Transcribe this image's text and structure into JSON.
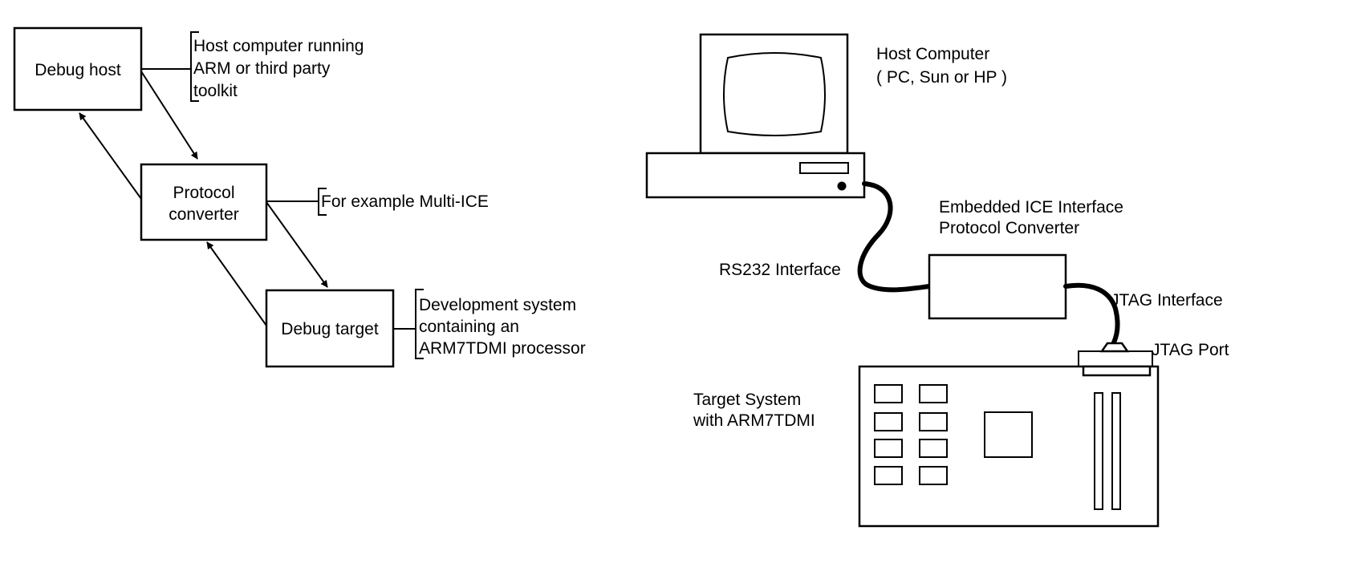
{
  "left_diagram": {
    "debug_host": "Debug host",
    "debug_host_note": [
      "Host computer running",
      "ARM or third party",
      "toolkit"
    ],
    "protocol_converter": [
      "Protocol",
      "converter"
    ],
    "protocol_converter_note": "For example Multi-ICE",
    "debug_target": "Debug target",
    "debug_target_note": [
      "Development system",
      "containing an",
      "ARM7TDMI processor"
    ]
  },
  "right_diagram": {
    "host_computer": [
      "Host Computer",
      "( PC, Sun or HP )"
    ],
    "embedded_ice": [
      "Embedded ICE Interface",
      "Protocol Converter"
    ],
    "rs232": "RS232 Interface",
    "jtag_interface": "JTAG Interface",
    "jtag_port": "JTAG Port",
    "target_system": [
      "Target System",
      "with ARM7TDMI"
    ]
  }
}
